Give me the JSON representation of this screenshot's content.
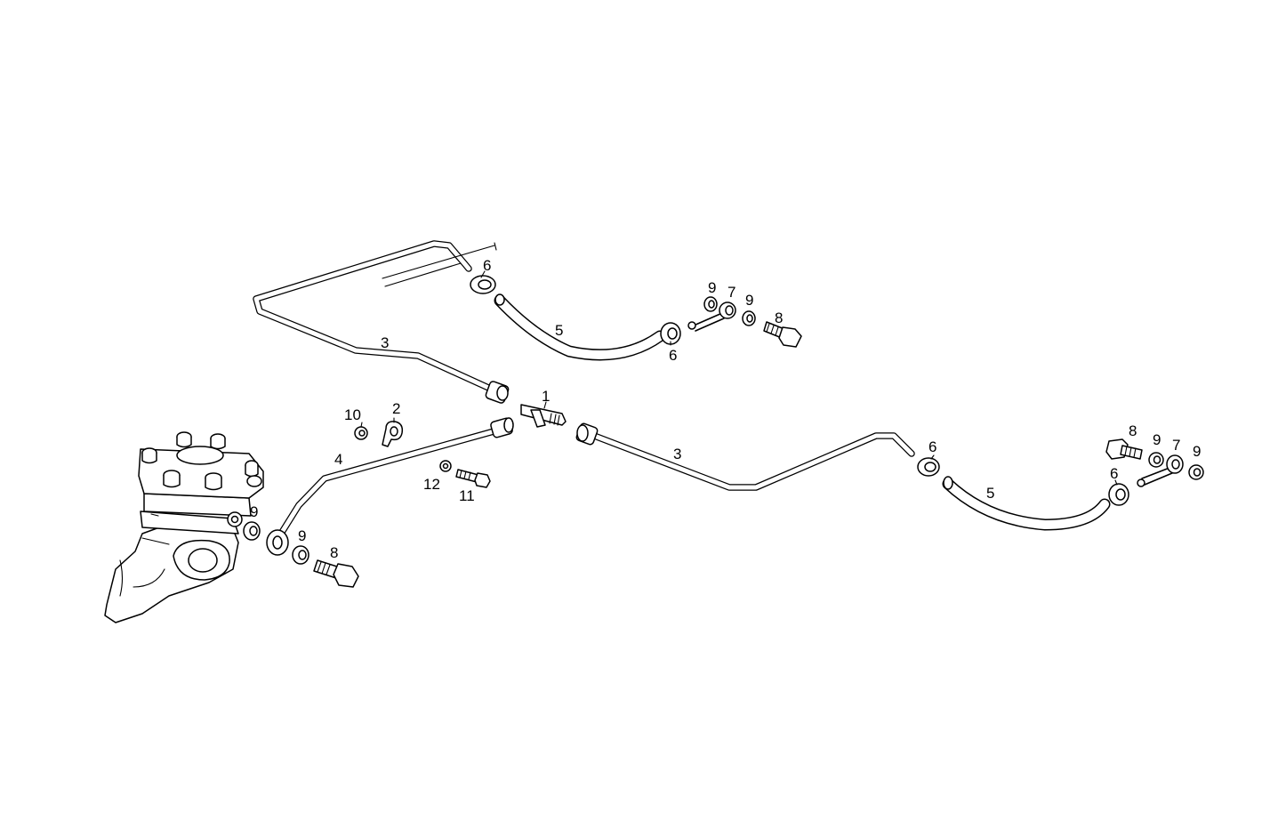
{
  "diagram": {
    "callouts": {
      "c1": "1",
      "c2": "2",
      "c3_upper": "3",
      "c3_lower": "3",
      "c4": "4",
      "c5_upper": "5",
      "c5_lower": "5",
      "c6_upper_left": "6",
      "c6_upper_right": "6",
      "c6_lower_left": "6",
      "c6_lower_right": "6",
      "c7_upper": "7",
      "c7_lower": "7",
      "c8_upper": "8",
      "c8_lower_right": "8",
      "c8_lower_left": "8",
      "c9_upper_a": "9",
      "c9_upper_b": "9",
      "c9_lower_right_a": "9",
      "c9_lower_right_b": "9",
      "c9_pump_a": "9",
      "c9_pump_b": "9",
      "c10": "10",
      "c11": "11",
      "c12": "12"
    }
  }
}
